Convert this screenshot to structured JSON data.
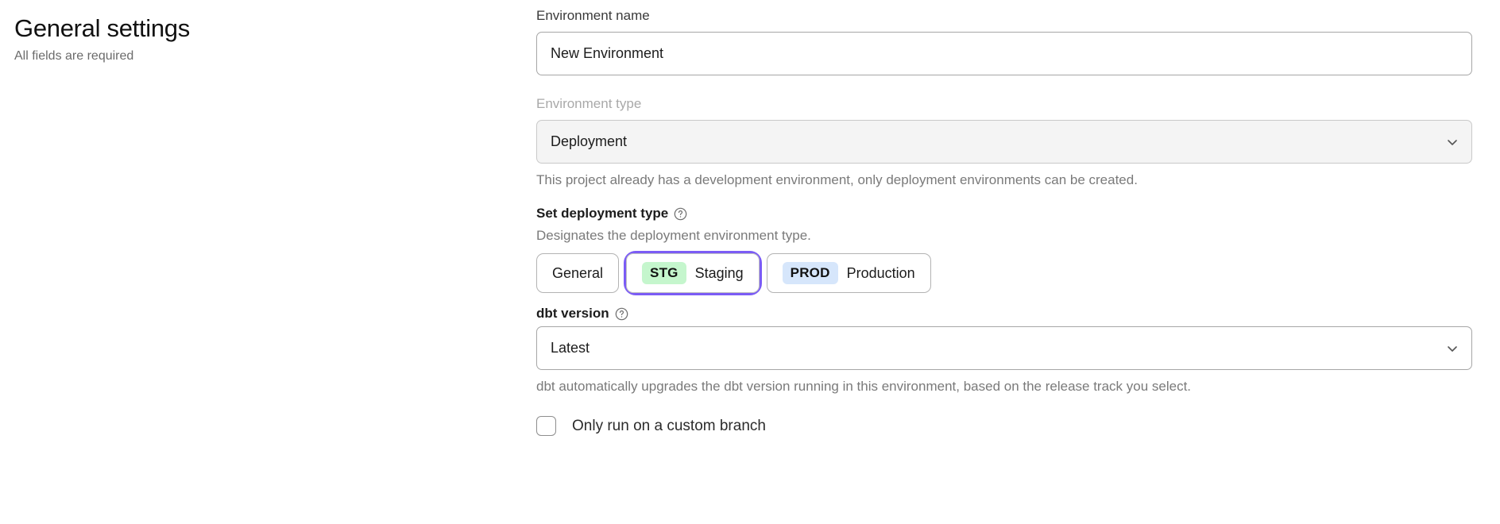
{
  "header": {
    "title": "General settings",
    "subtitle": "All fields are required"
  },
  "form": {
    "environment_name": {
      "label": "Environment name",
      "value": "New Environment",
      "placeholder": "Environment name"
    },
    "environment_type": {
      "label": "Environment type",
      "value": "Deployment",
      "disabled": true,
      "helper": "This project already has a development environment, only deployment environments can be created.",
      "chevron_icon": "chevron-down-icon"
    },
    "deployment_type": {
      "label": "Set deployment type",
      "help_icon": "question-circle-icon",
      "description": "Designates the deployment environment type.",
      "selected": "Staging",
      "options": [
        {
          "id": "general",
          "badge": "",
          "label": "General",
          "selected": false
        },
        {
          "id": "staging",
          "badge": "STG",
          "label": "Staging",
          "selected": true,
          "badge_color": "#c5f6cd"
        },
        {
          "id": "production",
          "badge": "PROD",
          "label": "Production",
          "selected": false,
          "badge_color": "#d6e6fb"
        }
      ],
      "focus_ring_color": "#7b5cf5"
    },
    "dbt_version": {
      "label": "dbt version",
      "help_icon": "question-circle-icon",
      "value": "Latest",
      "helper": "dbt automatically upgrades the dbt version running in this environment, based on the release track you select.",
      "chevron_icon": "chevron-down-icon"
    },
    "custom_branch": {
      "label": "Only run on a custom branch",
      "checked": false
    }
  }
}
